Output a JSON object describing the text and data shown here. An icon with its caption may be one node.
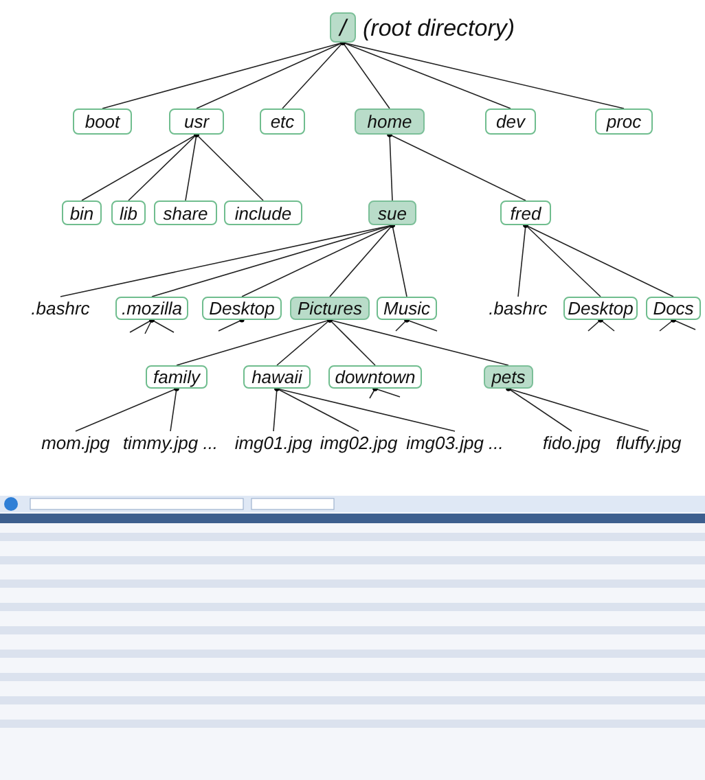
{
  "diagram": {
    "nodes": [
      {
        "text": [
          "/"
        ],
        "beside": [
          "(root directory)"
        ]
      },
      {
        "text": [
          "boot"
        ]
      },
      {
        "text": [
          "usr"
        ]
      },
      {
        "text": [
          "etc"
        ]
      },
      {
        "text": [
          "home"
        ]
      },
      {
        "text": [
          "dev"
        ]
      },
      {
        "text": [
          "proc"
        ]
      },
      {
        "text": [
          "bin"
        ]
      },
      {
        "text": [
          "lib"
        ]
      },
      {
        "text": [
          "share"
        ]
      },
      {
        "text": [
          "include"
        ]
      },
      {
        "text": [
          "sue"
        ]
      },
      {
        "text": [
          "fred"
        ]
      },
      {
        "text": [
          ".bashrc"
        ]
      },
      {
        "text": [
          ".mozilla"
        ]
      },
      {
        "text": [
          "Desktop"
        ]
      },
      {
        "text": [
          "Pictures"
        ]
      },
      {
        "text": [
          "Music"
        ]
      },
      {
        "text": [
          ".bashrc"
        ]
      },
      {
        "text": [
          "Desktop"
        ]
      },
      {
        "text": [
          "Docs"
        ]
      },
      {
        "text": [
          "family"
        ]
      },
      {
        "text": [
          "hawaii"
        ]
      },
      {
        "text": [
          "downtown"
        ]
      },
      {
        "text": [
          "pets"
        ]
      },
      {
        "text": [
          "mom.jpg"
        ]
      },
      {
        "text": [
          "timmy.jpg ..."
        ]
      },
      {
        "text": [
          "img01.jpg"
        ]
      },
      {
        "text": [
          "img02.jpg"
        ]
      },
      {
        "text": [
          "img03.jpg ..."
        ]
      },
      {
        "text": [
          "fido.jpg"
        ]
      },
      {
        "text": [
          "fluffy.jpg"
        ]
      }
    ],
    "edges": [
      {
        "from": 0,
        "to": 1,
        "arrow": "other"
      },
      {
        "from": 0,
        "to": 2,
        "arrow": "other"
      },
      {
        "from": 0,
        "to": 3,
        "arrow": "other"
      },
      {
        "from": 0,
        "to": 4,
        "arrow": "other"
      },
      {
        "from": 0,
        "to": 5,
        "arrow": "other"
      },
      {
        "from": 0,
        "to": 6,
        "arrow": "other"
      },
      {
        "from": 2,
        "to": 7,
        "arrow": "other"
      },
      {
        "from": 2,
        "to": 8,
        "arrow": "other"
      },
      {
        "from": 2,
        "to": 9,
        "arrow": "other"
      },
      {
        "from": 2,
        "to": 10,
        "arrow": "other"
      },
      {
        "from": 4,
        "to": 11,
        "arrow": "other"
      },
      {
        "from": 4,
        "to": 12,
        "arrow": "other"
      },
      {
        "from": 11,
        "to": 13,
        "arrow": "other"
      },
      {
        "from": 11,
        "to": 14,
        "arrow": "other"
      },
      {
        "from": 11,
        "to": 15,
        "arrow": "other"
      },
      {
        "from": 11,
        "to": 16,
        "arrow": "other"
      },
      {
        "from": 11,
        "to": 17,
        "arrow": "other"
      },
      {
        "from": 12,
        "to": 18,
        "arrow": "other"
      },
      {
        "from": 12,
        "to": 19,
        "arrow": "other"
      },
      {
        "from": 12,
        "to": 20,
        "arrow": "other"
      },
      {
        "from": 16,
        "to": 21,
        "arrow": "other"
      },
      {
        "from": 16,
        "to": 22,
        "arrow": "other"
      },
      {
        "from": 16,
        "to": 23,
        "arrow": "other"
      },
      {
        "from": 16,
        "to": 24,
        "arrow": "other"
      },
      {
        "from": 21,
        "to": 25,
        "arrow": "other"
      },
      {
        "from": 21,
        "to": 26,
        "arrow": "other"
      },
      {
        "from": 22,
        "to": 27,
        "arrow": "other"
      },
      {
        "from": 22,
        "to": 28,
        "arrow": "other"
      },
      {
        "from": 22,
        "to": 29,
        "arrow": "other"
      },
      {
        "from": 24,
        "to": 30,
        "arrow": "other"
      },
      {
        "from": 24,
        "to": 31,
        "arrow": "other"
      },
      {
        "from": 14,
        "to": null,
        "arrow": "other"
      },
      {
        "from": 14,
        "to": null,
        "arrow": "other"
      },
      {
        "from": 14,
        "to": null,
        "arrow": "other"
      },
      {
        "from": 15,
        "to": null,
        "arrow": "other"
      },
      {
        "from": 17,
        "to": null,
        "arrow": "other"
      },
      {
        "from": 17,
        "to": null,
        "arrow": "other"
      },
      {
        "from": 23,
        "to": null,
        "arrow": "other"
      },
      {
        "from": 23,
        "to": null,
        "arrow": "other"
      },
      {
        "from": 19,
        "to": null,
        "arrow": "other"
      },
      {
        "from": 19,
        "to": null,
        "arrow": "other"
      },
      {
        "from": 20,
        "to": null,
        "arrow": "other"
      },
      {
        "from": 20,
        "to": null,
        "arrow": "other"
      }
    ]
  }
}
